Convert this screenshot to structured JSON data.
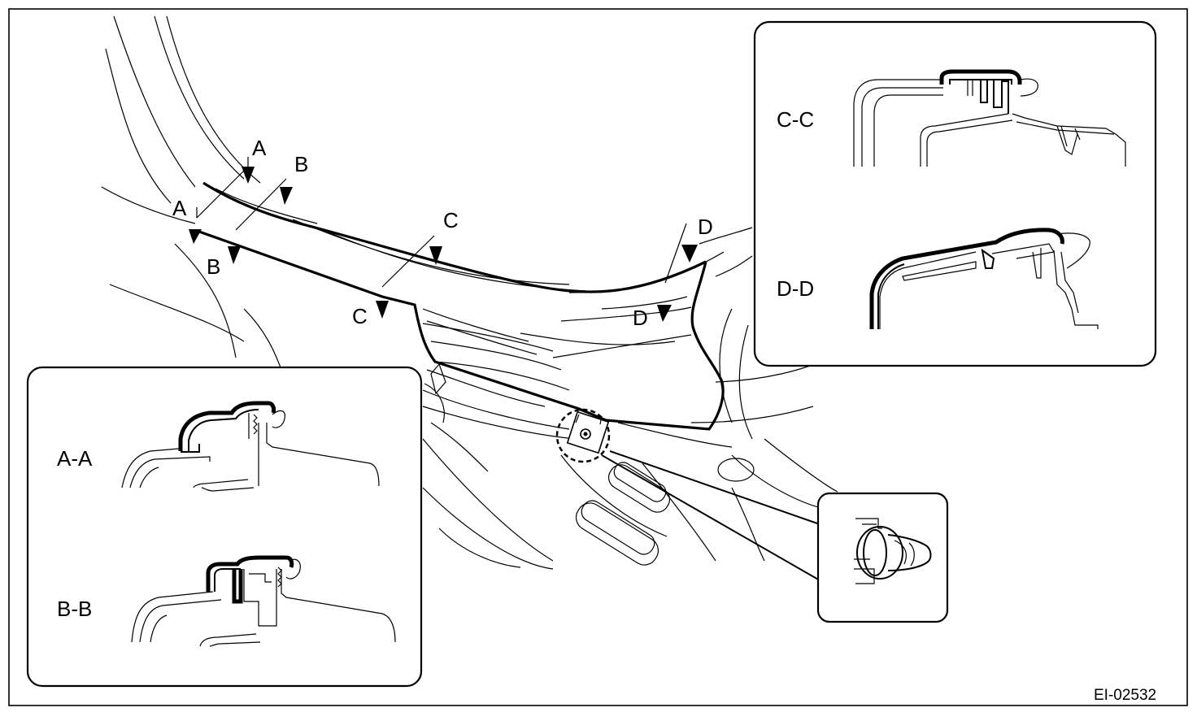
{
  "diagram": {
    "section_markers": {
      "a_top": "A",
      "a_bottom": "A",
      "b_top": "B",
      "b_bottom": "B",
      "c_top": "C",
      "c_bottom": "C",
      "d_top": "D",
      "d_bottom": "D"
    },
    "insets": {
      "cc_label": "C-C",
      "dd_label": "D-D",
      "aa_label": "A-A",
      "bb_label": "B-B"
    },
    "figure_code": "EI-02532"
  }
}
